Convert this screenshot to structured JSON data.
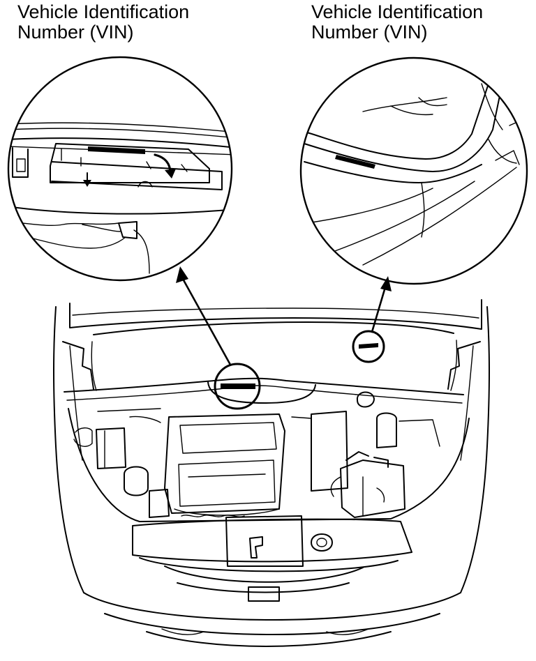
{
  "labels": {
    "left": {
      "line1": "Vehicle Identification",
      "line2": "Number (VIN)"
    },
    "right": {
      "line1": "Vehicle Identification",
      "line2": "Number (VIN)"
    }
  },
  "colors": {
    "ink": "#000000",
    "background": "#ffffff"
  }
}
